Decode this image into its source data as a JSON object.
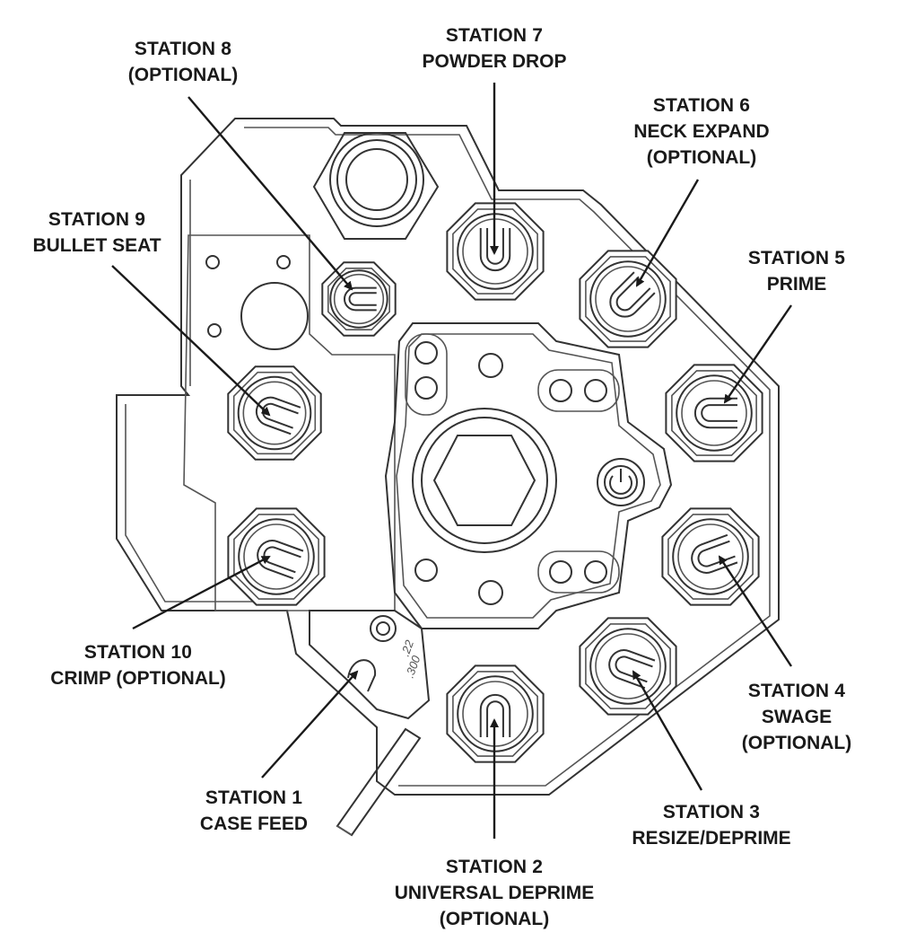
{
  "stations": [
    {
      "id": "station-8",
      "title": "STATION 8",
      "lines": [
        "(OPTIONAL)"
      ]
    },
    {
      "id": "station-7",
      "title": "STATION 7",
      "lines": [
        "POWDER DROP"
      ]
    },
    {
      "id": "station-6",
      "title": "STATION 6",
      "lines": [
        "NECK EXPAND",
        "(OPTIONAL)"
      ]
    },
    {
      "id": "station-9",
      "title": "STATION 9",
      "lines": [
        "BULLET SEAT"
      ]
    },
    {
      "id": "station-5",
      "title": "STATION 5",
      "lines": [
        "PRIME"
      ]
    },
    {
      "id": "station-10",
      "title": "STATION 10",
      "lines": [
        "CRIMP (OPTIONAL)"
      ]
    },
    {
      "id": "station-4",
      "title": "STATION 4",
      "lines": [
        "SWAGE",
        "(OPTIONAL)"
      ]
    },
    {
      "id": "station-1",
      "title": "STATION 1",
      "lines": [
        "CASE FEED"
      ]
    },
    {
      "id": "station-3",
      "title": "STATION 3",
      "lines": [
        "RESIZE/DEPRIME"
      ]
    },
    {
      "id": "station-2",
      "title": "STATION 2",
      "lines": [
        "UNIVERSAL DEPRIME",
        "(OPTIONAL)"
      ]
    }
  ],
  "plate_marks": [
    ".22",
    ".300"
  ],
  "colors": {
    "line": "#333333",
    "text": "#1a1a1a",
    "background": "#ffffff"
  }
}
